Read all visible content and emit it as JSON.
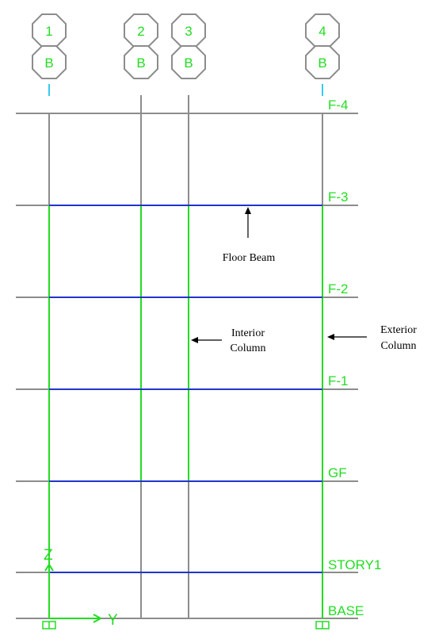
{
  "grid_bubbles": [
    {
      "number": "1",
      "letter": "B"
    },
    {
      "number": "2",
      "letter": "B"
    },
    {
      "number": "3",
      "letter": "B"
    },
    {
      "number": "4",
      "letter": "B"
    }
  ],
  "stories": [
    "F-4",
    "F-3",
    "F-2",
    "F-1",
    "GF",
    "STORY1",
    "BASE"
  ],
  "annotations": {
    "floor_beam": "Floor Beam",
    "interior_column": [
      "Interior",
      "Column"
    ],
    "exterior_column": [
      "Exterior",
      "Column"
    ]
  },
  "axes": {
    "z": "Z",
    "y": "Y"
  },
  "colors": {
    "grid_line": "#8c8c8c",
    "column": "#22dd22",
    "beam": "#2233cc",
    "label": "#22dd22",
    "bubble_outline": "#8c8c8c",
    "stub": "#33ccee",
    "arrow": "#000000"
  }
}
